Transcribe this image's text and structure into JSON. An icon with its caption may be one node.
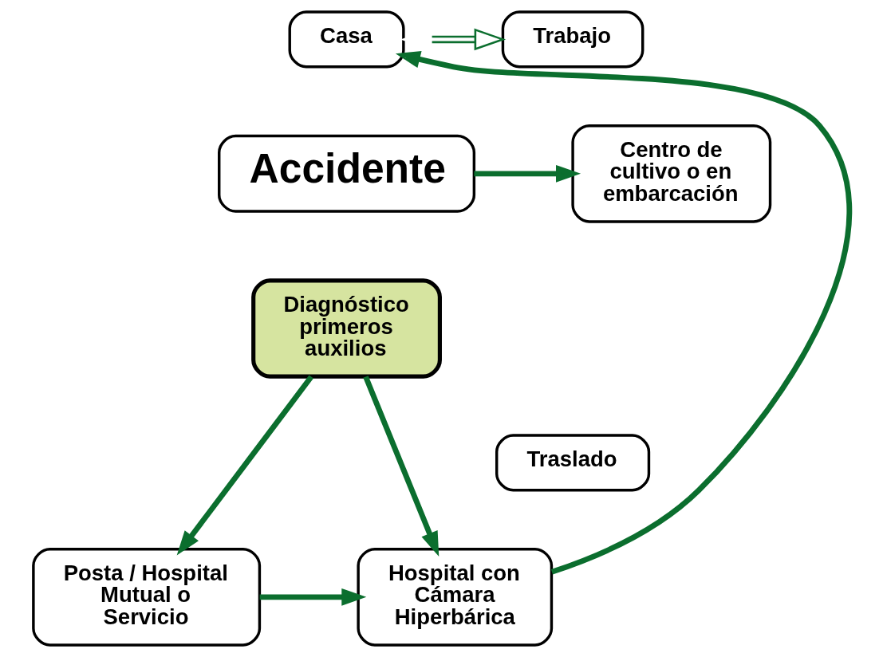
{
  "diagram": {
    "nodes": [
      {
        "text": [
          "Casa"
        ]
      },
      {
        "text": [
          "Trabajo"
        ]
      },
      {
        "text": [
          "Accidente"
        ]
      },
      {
        "text": [
          "Centro de cultivo o en embarcación"
        ]
      },
      {
        "text": [
          "Diagnóstico primeros auxilios"
        ]
      },
      {
        "text": [
          "Traslado"
        ]
      },
      {
        "text": [
          "Posta / Hospital Mutual o Servicio"
        ]
      },
      {
        "text": [
          "Hospital con Cámara Hiperbárica"
        ]
      }
    ],
    "edges": [
      {
        "from": 0,
        "to": 1,
        "arrow": "both"
      },
      {
        "from": 2,
        "to": 3,
        "arrow": "to"
      },
      {
        "from": 4,
        "to": 7,
        "arrow": "to"
      },
      {
        "from": 4,
        "to": 6,
        "arrow": "to"
      },
      {
        "from": 6,
        "to": 7,
        "arrow": "to"
      },
      {
        "from": 7,
        "to": 0,
        "arrow": "to"
      }
    ]
  }
}
